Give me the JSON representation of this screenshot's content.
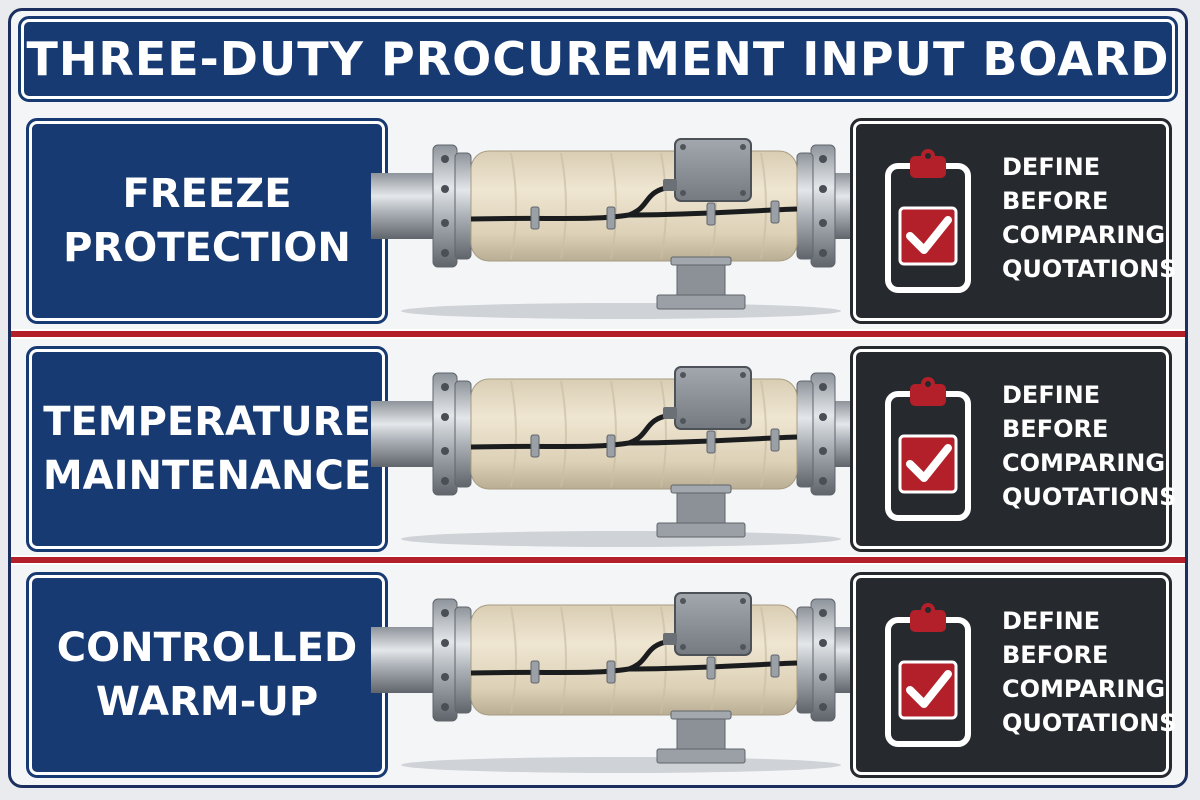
{
  "header": {
    "title": "THREE-DUTY PROCUREMENT INPUT BOARD"
  },
  "duties": [
    {
      "label": "FREEZE\nPROTECTION",
      "note": [
        "DEFINE",
        "BEFORE",
        "COMPARING",
        "QUOTATIONS"
      ]
    },
    {
      "label": "TEMPERATURE\nMAINTENANCE",
      "note": [
        "DEFINE",
        "BEFORE",
        "COMPARING",
        "QUOTATIONS"
      ]
    },
    {
      "label": "CONTROLLED\nWARM-UP",
      "note": [
        "DEFINE",
        "BEFORE",
        "COMPARING",
        "QUOTATIONS"
      ]
    }
  ],
  "icons": {
    "row_illustration": "heat-traced-pipe-icon",
    "checklist": "clipboard-check-icon"
  },
  "colors": {
    "navy": "#173a73",
    "red": "#b3202a",
    "dark_panel": "#26292d",
    "insulation": "#e6dcc7"
  }
}
